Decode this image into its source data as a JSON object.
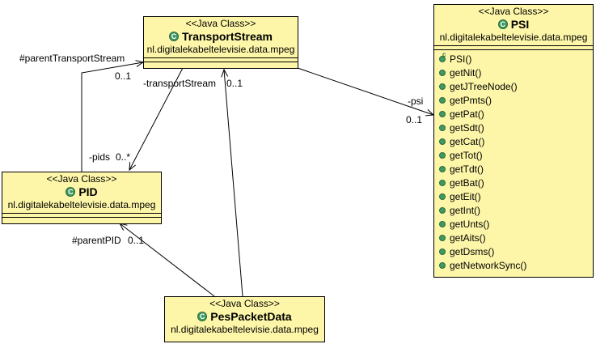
{
  "classes": {
    "transport_stream": {
      "stereotype": "<<Java Class>>",
      "name": "TransportStream",
      "package": "nl.digitalekabeltelevisie.data.mpeg"
    },
    "psi": {
      "stereotype": "<<Java Class>>",
      "name": "PSI",
      "package": "nl.digitalekabeltelevisie.data.mpeg",
      "methods": [
        "PSI()",
        "getNit()",
        "getJTreeNode()",
        "getPmts()",
        "getPat()",
        "getSdt()",
        "getCat()",
        "getTot()",
        "getTdt()",
        "getBat()",
        "getEit()",
        "getInt()",
        "getUnts()",
        "getAits()",
        "getDsms()",
        "getNetworkSync()"
      ]
    },
    "pid": {
      "stereotype": "<<Java Class>>",
      "name": "PID",
      "package": "nl.digitalekabeltelevisie.data.mpeg"
    },
    "pes_packet_data": {
      "stereotype": "<<Java Class>>",
      "name": "PesPacketData",
      "package": "nl.digitalekabeltelevisie.data.mpeg"
    }
  },
  "associations": {
    "parent_transport_stream": {
      "role": "#parentTransportStream",
      "multiplicity": "0..1"
    },
    "transport_stream": {
      "role": "-transportStream",
      "multiplicity": "0..1"
    },
    "pids": {
      "role": "-pids",
      "multiplicity": "0..*"
    },
    "psi": {
      "role": "-psi",
      "multiplicity": "0..1"
    },
    "parent_pid": {
      "role": "#parentPID",
      "multiplicity": "0..1"
    }
  },
  "colors": {
    "class_fill": "#fdf6a8",
    "class_icon": "#3f9a5e"
  }
}
